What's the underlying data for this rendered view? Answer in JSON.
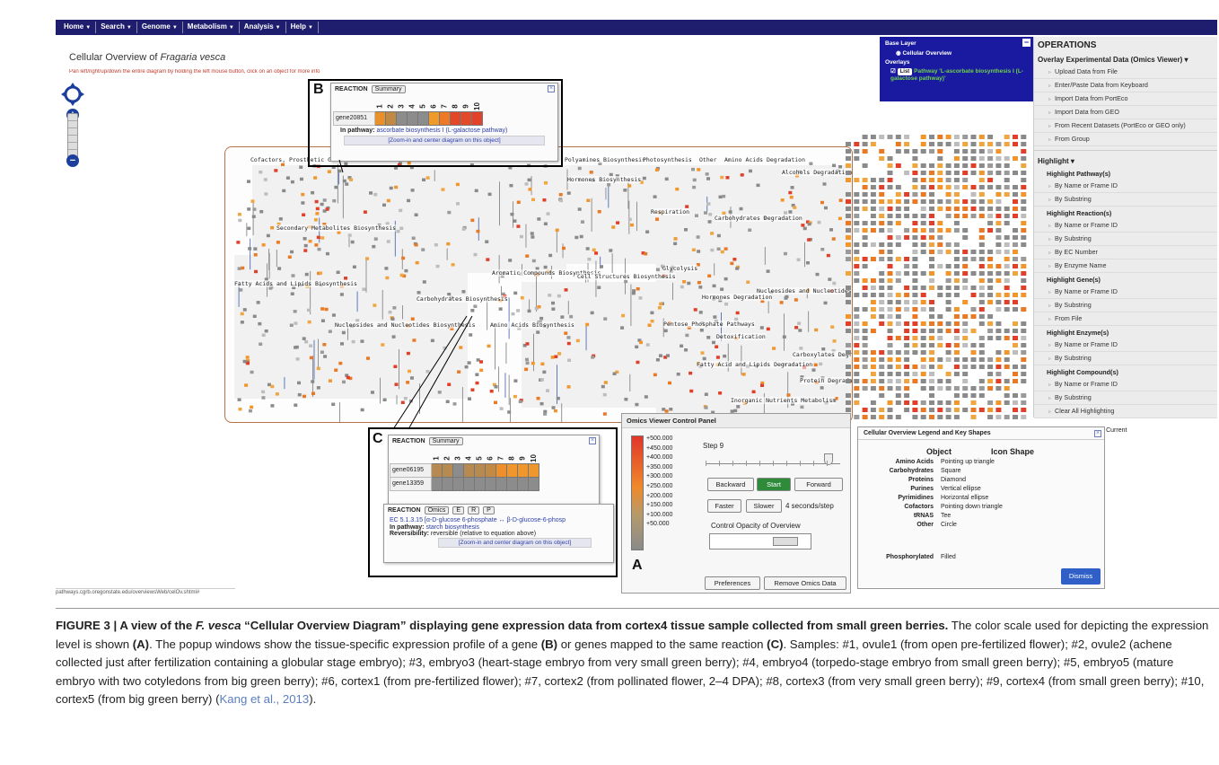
{
  "nav": {
    "items": [
      {
        "label": "Home"
      },
      {
        "label": "Search"
      },
      {
        "label": "Genome"
      },
      {
        "label": "Metabolism"
      },
      {
        "label": "Analysis"
      },
      {
        "label": "Help"
      }
    ]
  },
  "header": {
    "title_prefix": "Cellular Overview of ",
    "title_species": "Fragaria vesca",
    "help_text": "Pan left/right/up/down the entire diagram by holding the left mouse button, click on an object for more info, right-click (ctrl-click for Mac) for menu"
  },
  "diagram": {
    "region_labels": [
      "Cofactors, Prosthetic G",
      "Polyamines Biosynthesis",
      "Photosynthesis",
      "Other",
      "Amino Acids Degradation",
      "Alcohols Degradation",
      "Hormones Biosynthesis",
      "Respiration",
      "Carbohydrates Degradation",
      "Secondary Metabolites Biosynthesis",
      "Aromatic Compounds Biosynthesis",
      "Cell Structures Biosynthesis",
      "Glycolysis",
      "Fatty Acids and Lipids Biosynthesis",
      "Carbohydrates Biosynthesis",
      "Hormones Degradation",
      "Nucleosides and Nucleotides Degradation",
      "Pentose Phosphate Pathways",
      "Nucleosides and Nucleotides Biosynthesis",
      "Amino Acids Biosynthesis",
      "Detoxification",
      "Fatty Acid and Lipids Degradation",
      "Carboxylates Degradation",
      "Protein Degradation",
      "Inorganic Nutrients Metabolism"
    ]
  },
  "base_layer": {
    "title": "Base Layer",
    "option": "Cellular Overview",
    "overlays_title": "Overlays",
    "list_button": "List",
    "overlay_text": "Pathway 'L-ascorbate biosynthesis I (L-galactose pathway)'"
  },
  "operations": {
    "title": "OPERATIONS",
    "overlay_title": "Overlay Experimental Data (Omics Viewer)",
    "overlay_items": [
      "Upload Data from File",
      "Enter/Paste Data from Keyboard",
      "Import Data from PortEco",
      "Import Data from GEO",
      "From Recent Datasets (PortEco or GEO only)",
      "From Group"
    ],
    "highlight_title": "Highlight",
    "groups": [
      {
        "title": "Highlight Pathway(s)",
        "items": [
          "By Name or Frame ID",
          "By Substring"
        ]
      },
      {
        "title": "Highlight Reaction(s)",
        "items": [
          "By Name or Frame ID",
          "By Substring",
          "By EC Number",
          "By Enzyme Name"
        ]
      },
      {
        "title": "Highlight Gene(s)",
        "items": [
          "By Name or Frame ID",
          "By Substring",
          "From File"
        ]
      },
      {
        "title": "Highlight Enzyme(s)",
        "items": [
          "By Name or Frame ID",
          "By Substring"
        ]
      },
      {
        "title": "Highlight Compound(s)",
        "items": [
          "By Name or Frame ID",
          "By Substring"
        ]
      }
    ],
    "clear_item": "Clear All Highlighting",
    "tail_text": "for Current"
  },
  "popup_b": {
    "letter": "B",
    "title": "REACTION",
    "summary_button": "Summary",
    "columns": [
      "1",
      "2",
      "3",
      "4",
      "5",
      "6",
      "7",
      "8",
      "9",
      "10"
    ],
    "gene": "gene20851",
    "colors": [
      "#e8902a",
      "#c08a46",
      "#8c8c8c",
      "#8c8c8c",
      "#8c8c8c",
      "#f09a2c",
      "#ec7a28",
      "#e2472a",
      "#e24a2a",
      "#e2412a"
    ],
    "pathway_label": "In pathway:",
    "pathway_link": "ascorbate biosynthesis I (L-galactose pathway)",
    "zoom_link": "[Zoom-in and center diagram on this object]"
  },
  "popup_c": {
    "letter": "C",
    "title": "REACTION",
    "summary_button": "Summary",
    "columns": [
      "1",
      "2",
      "3",
      "4",
      "5",
      "6",
      "7",
      "8",
      "9",
      "10"
    ],
    "rows": [
      {
        "gene": "gene06195",
        "colors": [
          "#b78a52",
          "#b78a52",
          "#8c8c8c",
          "#b78a52",
          "#b78a52",
          "#c28a44",
          "#ee8f2b",
          "#ef962c",
          "#ef962c",
          "#ef962c"
        ]
      },
      {
        "gene": "gene13359",
        "colors": [
          "#8c8c8c",
          "#8c8c8c",
          "#8c8c8c",
          "#8c8c8c",
          "#8c8c8c",
          "#8c8c8c",
          "#8c8c8c",
          "#8c8c8c",
          "#8c8c8c",
          "#8c8c8c"
        ]
      }
    ],
    "second_title": "REACTION",
    "buttons": [
      "Omics",
      "E",
      "R",
      "P"
    ],
    "ec_text": "EC 5.1.3.15 [α-D-glucose 6-phosphate ↔ β-D-glucose-6-phosp",
    "pathway_label": "In pathway:",
    "pathway_link": "starch biosynthesis",
    "reversibility_label": "Reversibility:",
    "reversibility_value": "reversible (relative to equation above)",
    "zoom_link": "[Zoom-in and center diagram on this object]"
  },
  "control_panel": {
    "letter": "A",
    "title": "Omics Viewer Control Panel",
    "scale_labels": [
      "+500.000",
      "+450.000",
      "+400.000",
      "+350.000",
      "+300.000",
      "+250.000",
      "+200.000",
      "+150.000",
      "+100.000",
      "+50.000"
    ],
    "step_label": "Step 9",
    "backward": "Backward",
    "start": "Start",
    "forward": "Forward",
    "faster": "Faster",
    "slower": "Slower",
    "speed": "4 seconds/step",
    "opacity_label": "Control Opacity of Overview",
    "preferences": "Preferences",
    "remove": "Remove Omics Data",
    "colors": {
      "start": "#2e8b3a"
    }
  },
  "legend": {
    "title": "Cellular Overview Legend and Key Shapes",
    "col_object": "Object",
    "col_shape": "Icon Shape",
    "rows": [
      {
        "object": "Amino Acids",
        "shape": "Pointing up triangle"
      },
      {
        "object": "Carbohydrates",
        "shape": "Square"
      },
      {
        "object": "Proteins",
        "shape": "Diamond"
      },
      {
        "object": "Purines",
        "shape": "Vertical ellipse"
      },
      {
        "object": "Pyrimidines",
        "shape": "Horizontal ellipse"
      },
      {
        "object": "Cofactors",
        "shape": "Pointing down triangle"
      },
      {
        "object": "tRNAS",
        "shape": "Tee"
      },
      {
        "object": "Other",
        "shape": "Circle"
      }
    ],
    "phos_object": "Phosphorylated",
    "phos_shape": "Filled",
    "dismiss": "Dismiss"
  },
  "status_url": "pathways.cgrb.oregonstate.edu/overviewsWeb/celOv.shtml#",
  "caption": {
    "title_part1": "FIGURE 3 | A view of the ",
    "title_species": "F. vesca",
    "title_part2": " “Cellular Overview Diagram” displaying gene expression data from cortex4 tissue sample collected from small green berries.",
    "body_part1": " The color scale used for depicting the expression level is shown ",
    "ref_a": "(A)",
    "body_part2": ". The popup windows show the tissue-specific expression profile of a gene ",
    "ref_b": "(B)",
    "body_part3": " or genes mapped to the same reaction ",
    "ref_c": "(C)",
    "body_part4": ". Samples: #1, ovule1 (from open pre-fertilized flower); #2, ovule2 (achene collected just after fertilization containing a globular stage embryo); #3, embryo3 (heart-stage embryo from very small green berry); #4, embryo4 (torpedo-stage embryo from small green berry); #5, embryo5 (mature embryo with two cotyledons from big green berry); #6, cortex1 (from pre-fertilized flower); #7, cortex2 (from pollinated flower, 2–4 DPA); #8, cortex3 (from very small green berry); #9, cortex4 (from small green berry); #10, cortex5 (from big green berry) (",
    "citation": "Kang et al., 2013",
    "body_end": ")."
  }
}
